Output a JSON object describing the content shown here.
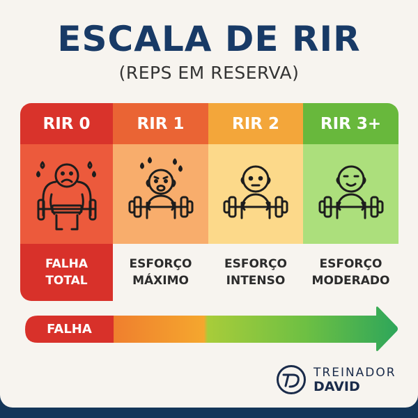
{
  "header": {
    "title": "ESCALA DE RIR",
    "subtitle": "(REPS EM RESERVA)"
  },
  "scale": {
    "columns": [
      {
        "label": "RIR 0",
        "description_line1": "FALHA",
        "description_line2": "TOTAL",
        "icon": "exhausted-lifter-icon",
        "header_color": "#d9332b",
        "body_color": "#ec5a3c"
      },
      {
        "label": "RIR 1",
        "description_line1": "ESFORÇO",
        "description_line2": "MÁXIMO",
        "icon": "straining-lifter-icon",
        "header_color": "#ea6434",
        "body_color": "#f8ad6c"
      },
      {
        "label": "RIR 2",
        "description_line1": "ESFORÇO",
        "description_line2": "INTENSO",
        "icon": "neutral-lifter-icon",
        "header_color": "#f3a63a",
        "body_color": "#fcd98a"
      },
      {
        "label": "RIR 3+",
        "description_line1": "ESFORÇO",
        "description_line2": "MODERADO",
        "icon": "smiling-lifter-icon",
        "header_color": "#68b83c",
        "body_color": "#acdf7c"
      }
    ]
  },
  "arrow": {
    "label": "FALHA",
    "colors": [
      "#d8312a",
      "#f08a2e",
      "#f5a72e",
      "#a8cc3a",
      "#2faa5a"
    ]
  },
  "brand": {
    "logo_initials": "TD",
    "line1": "TREINADOR",
    "line2": "DAVID",
    "color": "#1a2b4a"
  }
}
